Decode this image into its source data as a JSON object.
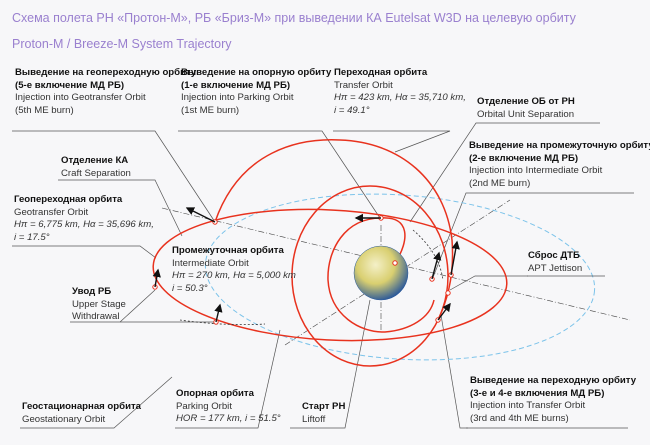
{
  "title_ru": "Схема полета РН «Протон-М», РБ «Бриз-М» при выведении КА Eutelsat W3D на целевую орбиту",
  "title_en": "Proton-M / Breeze-M System Trajectory",
  "colors": {
    "title": "#9a80cf",
    "orbit": "#e8321e",
    "geo_orbit": "#7cc3ea",
    "arrow": "#111111"
  },
  "labels": {
    "gto_injection": {
      "ru1": "Выведение на геопереходную орбиту",
      "ru2": "(5-е включение МД РБ)",
      "en1": "Injection into Geotransfer Orbit",
      "en2": "(5th ME burn)"
    },
    "parking_injection": {
      "ru1": "Выведение на опорную орбиту",
      "ru2": "(1-е включение МД РБ)",
      "en1": "Injection into Parking Orbit",
      "en2": "(1st ME burn)"
    },
    "transfer_orbit": {
      "ru": "Переходная орбита",
      "en": "Transfer Orbit",
      "p1": "Hπ = 423 km, Hα = 35,710 km,",
      "p2": "i = 49.1°"
    },
    "ou_separation": {
      "ru": "Отделение ОБ от РН",
      "en": "Orbital Unit Separation"
    },
    "intermediate_injection": {
      "ru1": "Выведение на промежуточную орбиту",
      "ru2": "(2-е включение МД РБ)",
      "en1": "Injection into Intermediate Orbit",
      "en2": "(2nd ME burn)"
    },
    "craft_separation": {
      "ru": "Отделение КА",
      "en": "Craft Separation"
    },
    "gto": {
      "ru": "Геопереходная орбита",
      "en": "Geotransfer Orbit",
      "p1": "Hπ = 6,775 km, Hα = 35,696 km,",
      "p2": "i = 17.5°"
    },
    "intermediate_orbit": {
      "ru": "Промежуточная орбита",
      "en": "Intermediate Orbit",
      "p1": "Hπ = 270 km, Hα = 5,000 km",
      "p2": "i = 50.3°"
    },
    "withdrawal": {
      "ru": "Увод РБ",
      "en1": "Upper Stage",
      "en2": "Withdrawal"
    },
    "apt_jettison": {
      "ru": "Сброс ДТБ",
      "en": "APT Jettison"
    },
    "geo": {
      "ru": "Геостационарная орбита",
      "en": "Geostationary Orbit"
    },
    "parking_orbit": {
      "ru": "Опорная орбита",
      "en": "Parking Orbit",
      "p1": "HOR = 177 km, i = 51.5°"
    },
    "liftoff": {
      "ru": "Старт РН",
      "en": "Liftoff"
    },
    "transfer_injection": {
      "ru1": "Выведение на переходную орбиту",
      "ru2": "(3-е и 4-е включения МД РБ)",
      "en1": "Injection into Transfer Orbit",
      "en2": "(3rd and 4th ME burns)"
    }
  }
}
